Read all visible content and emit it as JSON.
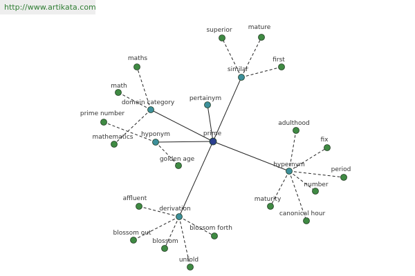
{
  "header": {
    "url": "http://www.artikata.com"
  },
  "colors": {
    "center_fill": "#2b3f8f",
    "category_fill": "#3d8f9a",
    "leaf_fill": "#3f8a43",
    "node_stroke": "#1f3a20",
    "edge": "#222222"
  },
  "graph": {
    "center": {
      "label": "prime"
    },
    "categories": [
      {
        "id": "similar",
        "label": "similar"
      },
      {
        "id": "domain_category",
        "label": "domain category"
      },
      {
        "id": "pertainym",
        "label": "pertainym"
      },
      {
        "id": "hyponym",
        "label": "hyponym"
      },
      {
        "id": "hypernym",
        "label": "hypernym"
      },
      {
        "id": "derivation",
        "label": "derivation"
      }
    ],
    "leaves": [
      {
        "category": "similar",
        "label": "superior"
      },
      {
        "category": "similar",
        "label": "mature"
      },
      {
        "category": "similar",
        "label": "first"
      },
      {
        "category": "domain_category",
        "label": "maths"
      },
      {
        "category": "domain_category",
        "label": "math"
      },
      {
        "category": "domain_category",
        "label": "mathematics"
      },
      {
        "category": "hyponym",
        "label": "prime number"
      },
      {
        "category": "hyponym",
        "label": "golden age"
      },
      {
        "category": "hypernym",
        "label": "adulthood"
      },
      {
        "category": "hypernym",
        "label": "fix"
      },
      {
        "category": "hypernym",
        "label": "period"
      },
      {
        "category": "hypernym",
        "label": "number"
      },
      {
        "category": "hypernym",
        "label": "maturity"
      },
      {
        "category": "hypernym",
        "label": "canonical hour"
      },
      {
        "category": "derivation",
        "label": "affluent"
      },
      {
        "category": "derivation",
        "label": "blossom out"
      },
      {
        "category": "derivation",
        "label": "blossom"
      },
      {
        "category": "derivation",
        "label": "unfold"
      },
      {
        "category": "derivation",
        "label": "blossom forth"
      }
    ]
  }
}
